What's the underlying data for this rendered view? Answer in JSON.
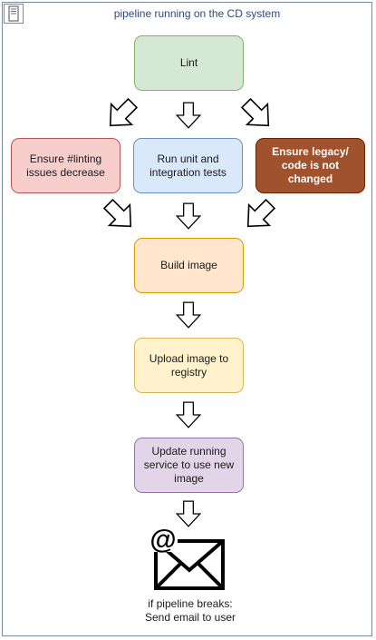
{
  "title": "pipeline running on the CD system",
  "icons": {
    "server": "server-icon",
    "email": "email-at-icon",
    "arrow": "block-arrow-icon"
  },
  "nodes": {
    "lint": "Lint",
    "ensure_linting": "Ensure #linting issues decrease",
    "run_tests": "Run unit and integration tests",
    "ensure_legacy": "Ensure legacy/ code is not changed",
    "build_image": "Build image",
    "upload_image": "Upload image to registry",
    "update_service": "Update running service to use new image"
  },
  "footnote": {
    "line1": "if pipeline breaks:",
    "line2": "Send email to user"
  },
  "colors": {
    "lint": "#d5e8d4",
    "ensure_linting": "#f8cecc",
    "run_tests": "#dae8fc",
    "ensure_legacy": "#a0522d",
    "build_image": "#ffe6cc",
    "upload_image": "#fff2cc",
    "update_service": "#e1d5e7",
    "title": "#2b4a88"
  }
}
